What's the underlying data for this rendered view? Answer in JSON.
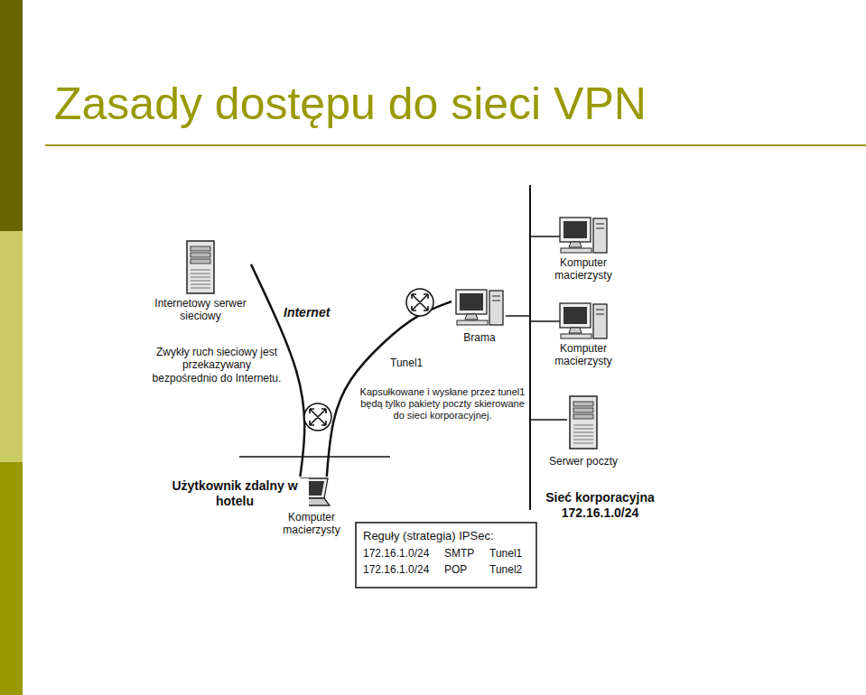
{
  "diagram": {
    "title": "Zasady dostępu do sieci VPN",
    "nodes": [
      {
        "text": [
          "Internetowy serwer sieciowy"
        ]
      },
      {
        "text": [
          "Brama"
        ]
      },
      {
        "text": [
          "Komputer macierzysty"
        ]
      },
      {
        "text": [
          "Komputer macierzysty"
        ]
      },
      {
        "text": [
          "Serwer poczty"
        ]
      },
      {
        "text": [
          "Komputer macierzysty"
        ]
      }
    ],
    "edges": [
      {
        "from": 5,
        "to": 0,
        "arrow": "none"
      },
      {
        "from": 5,
        "to": 1,
        "arrow": "none"
      }
    ],
    "labels": [
      "Internet",
      "Zwykły ruch sieciowy jest przekazywany bezpośrednio do Internetu.",
      "Tunel1",
      "Kapsułkowane i wysłane przez tunel1 będą tylko pakiety poczty skierowane do sieci korporacyjnej.",
      "Użytkownik zdalny w hotelu",
      "Sieć korporacyjna 172.16.1.0/24",
      "Reguły (strategia) IPSec:",
      "172.16.1.0/24",
      "SMTP",
      "Tunel1",
      "172.16.1.0/24",
      "POP",
      "Tunel2"
    ]
  }
}
